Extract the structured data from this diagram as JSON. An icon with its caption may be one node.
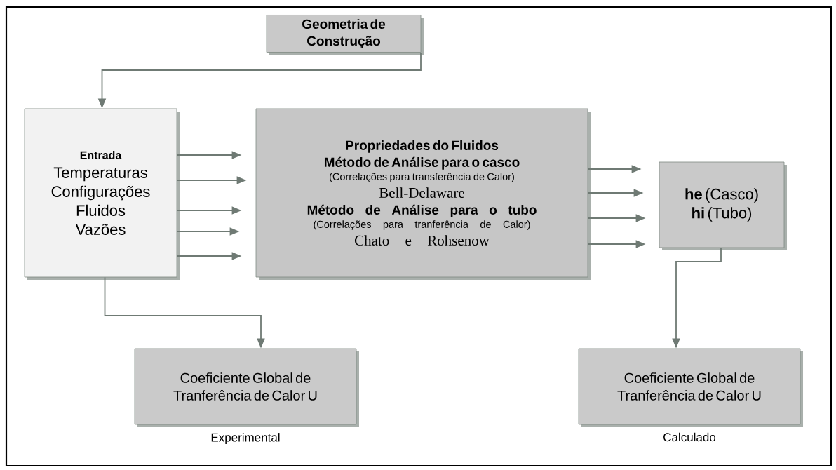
{
  "diagram": {
    "nodes": [
      {
        "text": [
          "Geometria de Construção"
        ]
      },
      {
        "text": [
          "Entrada",
          "Temperaturas",
          "Configurações",
          "Fluidos",
          "Vazões"
        ]
      },
      {
        "text": [
          "Propriedades do Fluidos",
          "Método de Análise para o casco",
          "(Correlações para transferência de Calor)",
          "Bell-Delaware",
          "Método de Análise para o tubo",
          "(Correlações para tranferência de Calor)",
          "Chato e Rohsenow"
        ]
      },
      {
        "text": [
          "**he** (Casco)",
          "**hi** (Tubo)"
        ]
      },
      {
        "text": [
          "Coeficiente Global de Tranferência de Calor U"
        ],
        "beside": [
          "Experimental"
        ]
      },
      {
        "text": [
          "Coeficiente Global de Tranferência de Calor U"
        ],
        "beside": [
          "Calculado"
        ]
      }
    ],
    "edges": [
      {
        "from": 0,
        "to": 1,
        "arrow": "to"
      },
      {
        "from": 1,
        "to": 2,
        "arrow": "to"
      },
      {
        "from": 1,
        "to": 2,
        "arrow": "to"
      },
      {
        "from": 1,
        "to": 2,
        "arrow": "to"
      },
      {
        "from": 1,
        "to": 2,
        "arrow": "to"
      },
      {
        "from": 1,
        "to": 2,
        "arrow": "to"
      },
      {
        "from": 2,
        "to": 3,
        "arrow": "to"
      },
      {
        "from": 2,
        "to": 3,
        "arrow": "to"
      },
      {
        "from": 2,
        "to": 3,
        "arrow": "to"
      },
      {
        "from": 2,
        "to": 3,
        "arrow": "to"
      },
      {
        "from": 1,
        "to": 4,
        "arrow": "to"
      },
      {
        "from": 3,
        "to": 5,
        "arrow": "to"
      }
    ]
  }
}
